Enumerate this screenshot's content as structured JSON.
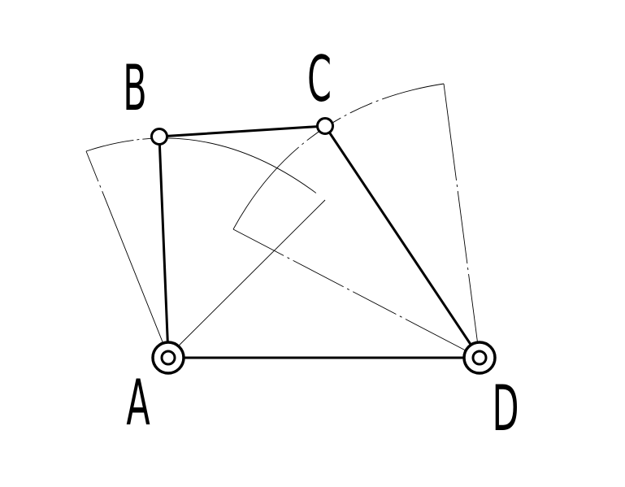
{
  "diagram": {
    "labels": {
      "a": "A",
      "b": "B",
      "c": "C",
      "d": "D"
    },
    "colors": {
      "stroke": "#000000",
      "background": "#ffffff"
    },
    "style": {
      "sector_lines": "thin dash-dot"
    }
  }
}
